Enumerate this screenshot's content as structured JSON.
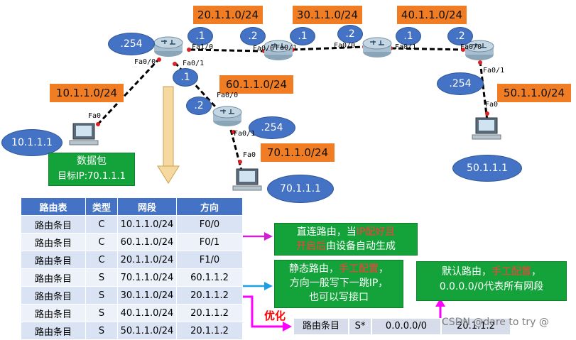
{
  "networks": {
    "net_20": "20.1.1.0/24",
    "net_30": "30.1.1.0/24",
    "net_40": "40.1.1.0/24",
    "net_10": "10.1.1.0/24",
    "net_60": "60.1.1.0/24",
    "net_50": "50.1.1.0/24",
    "net_70": "70.1.1.0/24"
  },
  "addresses": {
    "r1_254": ".254",
    "r1_f10": ".1",
    "r2_f00": ".2",
    "r2_f01": ".1",
    "r3_f00": ".2",
    "r3_f01": ".1",
    "r4_f00": ".2",
    "r4_f01_254": ".254",
    "r1_f01": ".1",
    "r5_f00": ".2",
    "r5_f01_254": ".254"
  },
  "ports": {
    "r1_fa00": "Fa0/0",
    "r1_fa10": "Fa1/0",
    "r1_fa01": "Fa0/1",
    "r2_fa00": "Fa0/0",
    "r2_fa01": "Fa0/1",
    "r3_fa00": "Fa0/0",
    "r3_fa01": "Fa0/1",
    "r4_fa00": "Fa0/0",
    "r4_fa01": "Fa0/1",
    "r5_fa00": "Fa0/0",
    "r5_fa01": "Fa0/1",
    "pc1_fa0": "Fa0",
    "pc2_fa0": "Fa0",
    "pc3_fa0": "Fa0"
  },
  "hosts": {
    "pc1": "10.1.1.1",
    "pc2": "70.1.1.1",
    "pc3": "50.1.1.1"
  },
  "packet": {
    "line1": "数据包",
    "line2": "目标IP:70.1.1.1"
  },
  "routing_table": {
    "headers": [
      "路由表",
      "类型",
      "网段",
      "方向"
    ],
    "rows": [
      [
        "路由条目",
        "C",
        "10.1.1.0/24",
        "F0/0"
      ],
      [
        "路由条目",
        "C",
        "60.1.1.0/24",
        "F0/1"
      ],
      [
        "路由条目",
        "C",
        "20.1.1.0/24",
        "F1/0"
      ],
      [
        "路由条目",
        "S",
        "70.1.1.0/24",
        "60.1.1.2"
      ],
      [
        "路由条目",
        "S",
        "30.1.1.0/24",
        "20.1.1.2"
      ],
      [
        "路由条目",
        "S",
        "40.1.1.0/24",
        "20.1.1.2"
      ],
      [
        "路由条目",
        "S",
        "50.1.1.0/24",
        "20.1.1.2"
      ]
    ]
  },
  "notes": {
    "direct_a": "直连路由，当",
    "direct_b": "IP配好且",
    "direct_c": "开启后",
    "direct_d": "由设备自动生成",
    "static_a": "静态路由，",
    "static_b": "手工配置",
    "static_c": "，",
    "static_d": "方向一般写下一跳IP，",
    "static_e": "也可以写接口",
    "default_a": "默认路由，",
    "default_b": "手工配置",
    "default_c": "，",
    "default_d": "0.0.0.0/0代表所有网段",
    "optimize": "优化"
  },
  "default_route": [
    "路由条目",
    "S*",
    "0.0.0.0/0",
    "20.1.1.2"
  ],
  "watermark": "CSDN @dare to try @",
  "colors": {
    "net_label": "#f07c24",
    "ellipse": "#4472c4",
    "note": "#14a33a",
    "table_header": "#4472c4",
    "connected_box": "#d020d0",
    "static_box": "#2aa7d6",
    "arrow_magenta": "#ff00ff",
    "arrow_cyan": "#1ea0e0",
    "down_arrow": "#f3c063"
  }
}
